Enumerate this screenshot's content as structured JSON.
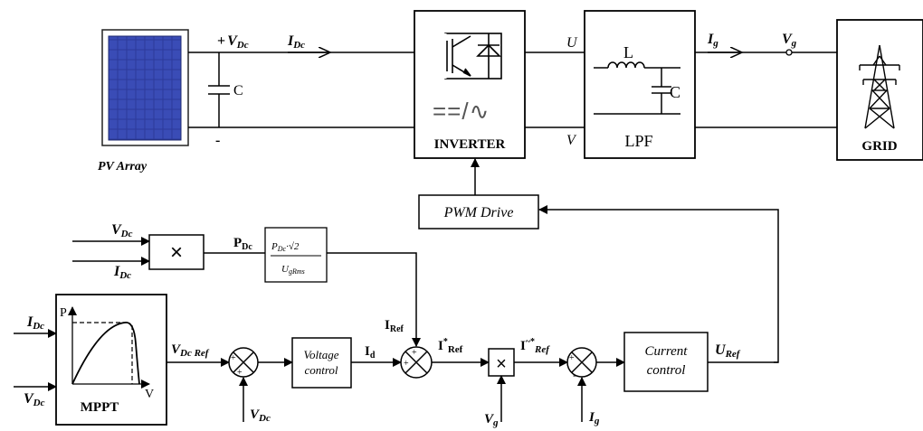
{
  "power_stage": {
    "pv_label": "PV Array",
    "vdc_plus": "+",
    "vdc_sym": "V",
    "vdc_sub": "Dc",
    "cap_label": "C",
    "minus": "-",
    "idc_sym": "I",
    "idc_sub": "Dc",
    "inverter_label": "INVERTER",
    "inverter_symbol": "==/∿",
    "u_label": "U",
    "v_label": "V",
    "lpf_label": "LPF",
    "lpf_l": "L",
    "lpf_c": "C",
    "ig_sym": "I",
    "ig_sub": "g",
    "vg_sym": "V",
    "vg_sub": "g",
    "grid_label": "GRID"
  },
  "control": {
    "pwm_label": "PWM Drive",
    "in_vdc_sym": "V",
    "in_vdc_sub": "Dc",
    "in_idc_sym": "I",
    "in_idc_sub": "Dc",
    "mult1": "×",
    "pdc_sym": "P",
    "pdc_sub": "Dc",
    "formula_num_p": "P",
    "formula_num_sub": "Dc",
    "formula_num_rest": "·√2",
    "formula_den_u": "U",
    "formula_den_sub": "gRms",
    "mppt_in_i_sym": "I",
    "mppt_in_i_sub": "Dc",
    "mppt_in_v_sym": "V",
    "mppt_in_v_sub": "Dc",
    "mppt_label": "MPPT",
    "mppt_p": "P",
    "mppt_v": "V",
    "vdcref_sym": "V",
    "vdcref_sub": "Dc Ref",
    "sum_plus": "+",
    "sum_minus": "-",
    "fb_vdc_sym": "V",
    "fb_vdc_sub": "Dc",
    "voltage_control_1": "Voltage",
    "voltage_control_2": "control",
    "id_sym": "I",
    "id_sub": "d",
    "iref_sym": "I",
    "iref_sub": "Ref",
    "istar_sym": "I",
    "istar_sup": "*",
    "istar_sub": "Ref",
    "mult2": "×",
    "vg_in_sym": "V",
    "vg_in_sub": "g",
    "itilde_sym": "I",
    "itilde_sup": "~*",
    "itilde_sub": "Ref",
    "ig_in_sym": "I",
    "ig_in_sub": "g",
    "current_control_1": "Current",
    "current_control_2": "control",
    "uref_sym": "U",
    "uref_sub": "Ref"
  }
}
